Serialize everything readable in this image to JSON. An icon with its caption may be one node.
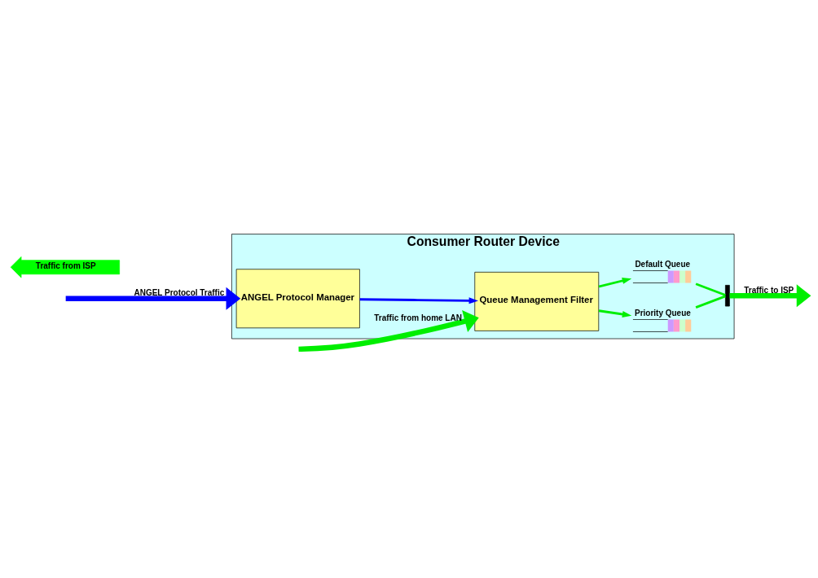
{
  "diagram": {
    "nodes": [
      {
        "text": [
          "Consumer Router Device"
        ]
      },
      {
        "text": [
          "Traffic from ISP"
        ]
      },
      {
        "text": [
          "Queue Management Filter"
        ],
        "in": 0
      },
      {
        "text": [
          "Priority Queue"
        ],
        "in": 0
      },
      {
        "text": [
          "Default Queue"
        ],
        "in": 0
      },
      {
        "text": [],
        "shape": "bar",
        "in": 0
      },
      {
        "text": [
          "ANGEL Protocol Manager"
        ],
        "in": 0
      }
    ],
    "edges": [
      {
        "from": null,
        "to": 2,
        "arrow": "to",
        "label": "Traffic from home LAN",
        "style": "thick"
      },
      {
        "from": 2,
        "to": 3,
        "arrow": "to"
      },
      {
        "from": 2,
        "to": 4,
        "arrow": "to"
      },
      {
        "from": 3,
        "to": 5,
        "arrow": "none"
      },
      {
        "from": 4,
        "to": 5,
        "arrow": "none"
      },
      {
        "from": 5,
        "to": null,
        "arrow": "to",
        "label": "Traffic to ISP",
        "style": "thick"
      },
      {
        "from": 6,
        "to": 2,
        "arrow": "to",
        "color": "#0000ff"
      },
      {
        "from": null,
        "to": 6,
        "arrow": "to",
        "label": "ANGEL Protocol Traffic",
        "style": "thick",
        "color": "#0000ff"
      }
    ]
  }
}
